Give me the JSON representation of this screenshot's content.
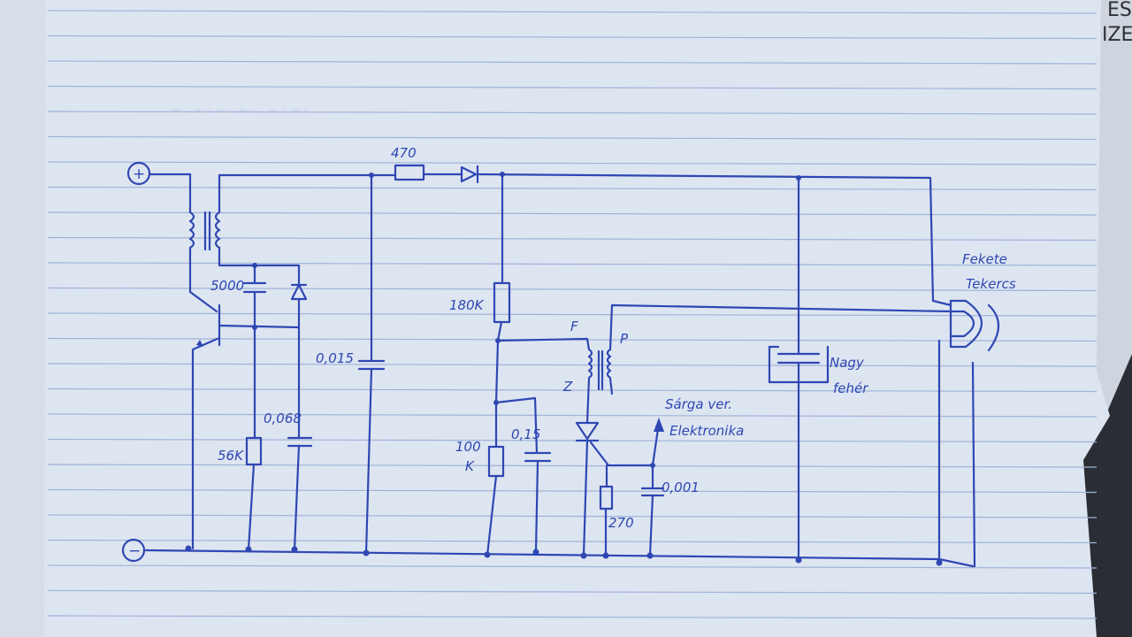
{
  "terminals": {
    "positive": "+",
    "negative": "−"
  },
  "components": {
    "r_470": "470",
    "c_5000": "5000",
    "c_0015": "0,015",
    "c_0068": "0,068",
    "r_56k": "56K",
    "r_180k": "180K",
    "r_100k_a": "100",
    "r_100k_b": "K",
    "c_015": "0,15",
    "r_270": "270",
    "c_0001": "0,001"
  },
  "transformer_labels": {
    "f": "F",
    "z": "Z",
    "p": "P"
  },
  "notes": {
    "sarga_line1": "Sárga ver.",
    "sarga_line2": "Elektronika",
    "nagy_line1": "Nagy",
    "nagy_line2": "fehér",
    "fekete_line1": "Fekete",
    "fekete_line2": "Tekercs"
  },
  "page_edge_text": {
    "top_a": "ES",
    "top_b": "IZE"
  },
  "colors": {
    "ink": "#2f47b3",
    "paper": "#dde5f1",
    "rule": "#9fb3d8"
  }
}
